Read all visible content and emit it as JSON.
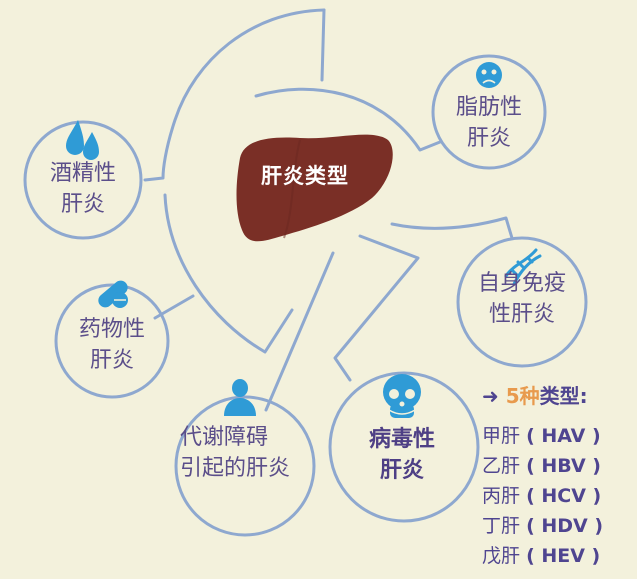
{
  "title": "肝炎类型",
  "colors": {
    "background": "#f3f1dc",
    "line": "#8ea8cf",
    "liver": "#7a2f26",
    "icon": "#2f9bd6",
    "text": "#5b4e8a",
    "accent": "#e89a4d"
  },
  "nodes": [
    {
      "id": "alcoholic",
      "icon": "water-drops-icon",
      "line1": "酒精性",
      "line2": "肝炎"
    },
    {
      "id": "fatty",
      "icon": "sad-face-icon",
      "line1": "脂肪性",
      "line2": "肝炎"
    },
    {
      "id": "autoimmune",
      "icon": "dna-icon",
      "line1": "自身免疫",
      "line2": "性肝炎"
    },
    {
      "id": "drug",
      "icon": "pill-icon",
      "line1": "药物性",
      "line2": "肝炎"
    },
    {
      "id": "metabolic",
      "icon": "person-icon",
      "line1": "代谢障碍",
      "line2": "引起的肝炎"
    },
    {
      "id": "viral",
      "icon": "skull-icon",
      "line1": "病毒性",
      "line2": "肝炎"
    }
  ],
  "viral_types": {
    "arrow": "➜",
    "count": "5",
    "zhong": "种",
    "label": "类型:",
    "items": [
      {
        "name": "甲肝",
        "code": "( HAV )"
      },
      {
        "name": "乙肝",
        "code": "( HBV )"
      },
      {
        "name": "丙肝",
        "code": "( HCV )"
      },
      {
        "name": "丁肝",
        "code": "( HDV )"
      },
      {
        "name": "戊肝",
        "code": "( HEV )"
      }
    ]
  }
}
